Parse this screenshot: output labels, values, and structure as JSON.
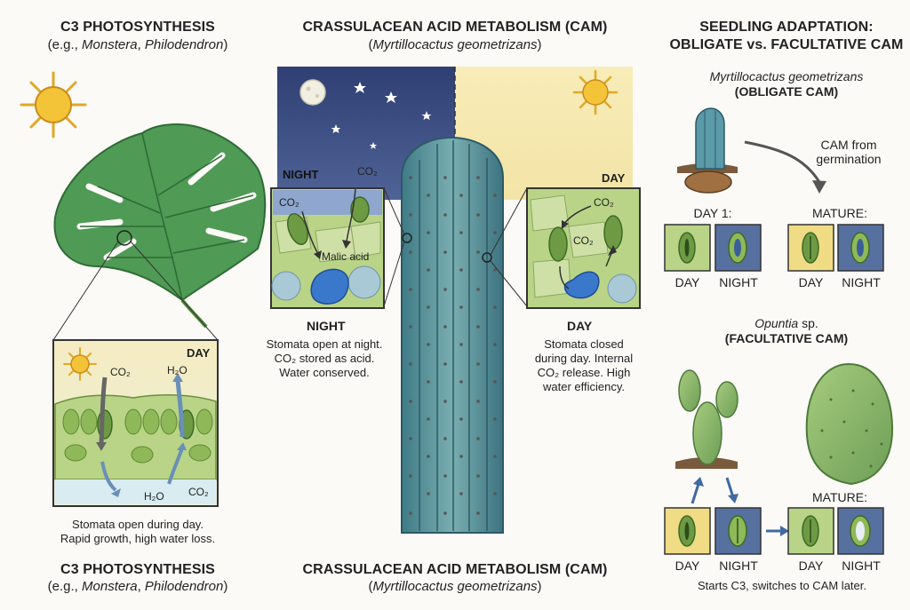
{
  "c3": {
    "title": "C3 PHOTOSYNTHESIS",
    "subtitle_pre": "(e.g., ",
    "subtitle_em1": "Monstera",
    "subtitle_sep": ", ",
    "subtitle_em2": "Philodendron",
    "subtitle_post": ")",
    "inset_label": "DAY",
    "co2_in": "CO₂",
    "h2o_out": "H₂O",
    "h2o_in": "H₂O",
    "co2_out": "CO₂",
    "caption_line1": "Stomata open during day.",
    "caption_line2": "Rapid growth, high water loss."
  },
  "cam": {
    "title": "CRASSULACEAN ACID METABOLISM (CAM)",
    "subtitle": "Myrtillocactus geometrizans",
    "night_tag": "NIGHT",
    "day_tag": "DAY",
    "night_co2a": "CO₂",
    "night_co2b": "CO₂",
    "malic": "Malic acid",
    "day_co2a": "CO₂",
    "day_co2b": "CO₂",
    "night_head": "NIGHT",
    "night_cap1": "Stomata open at night.",
    "night_cap2": "CO₂ stored as acid.",
    "night_cap3": "Water conserved.",
    "day_head": "DAY",
    "day_cap1": "Stomata closed",
    "day_cap2": "during day. Internal",
    "day_cap3": "CO₂ release. High",
    "day_cap4": "water efficiency."
  },
  "seedling": {
    "title_line1": "SEEDLING ADAPTATION:",
    "title_line2": "OBLIGATE vs. FACULTATIVE CAM",
    "obligate_species": "Myrtillocactus geometrizans",
    "obligate_label": "(OBLIGATE CAM)",
    "cam_from_1": "CAM from",
    "cam_from_2": "germination",
    "day1": "DAY 1:",
    "mature1": "MATURE:",
    "o_day": "DAY",
    "o_night": "NIGHT",
    "o_mday": "DAY",
    "o_mnight": "NIGHT",
    "fac_species": "Opuntia",
    "fac_species_suffix": " sp.",
    "fac_label": "(FACULTATIVE CAM)",
    "mature2": "MATURE:",
    "f_day": "DAY",
    "f_night": "NIGHT",
    "f_mday": "DAY",
    "f_mnight": "NIGHT",
    "fac_caption": "Starts C3, switches to CAM later."
  },
  "colors": {
    "leaf": "#4f9a55",
    "cactus": "#5b93a0",
    "night_sky": "#34477d",
    "day_sky": "#f6e7ad",
    "cell_green": "#b9d487",
    "cell_blue": "#5670a0",
    "sun": "#f3c437"
  }
}
